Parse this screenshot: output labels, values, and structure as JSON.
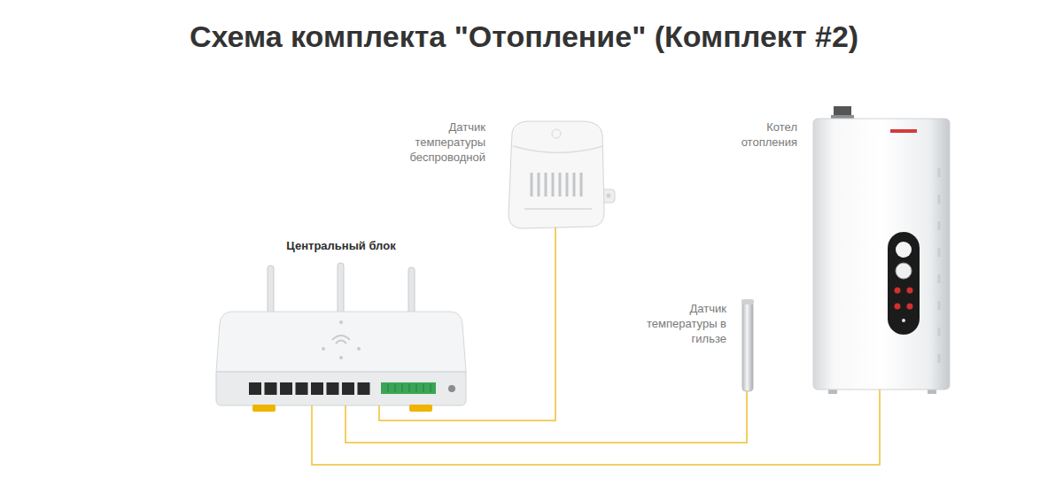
{
  "diagram": {
    "title": "Схема комплекта \"Отопление\" (Комплект #2)",
    "nodes": [
      {
        "text": [
          "Датчик температуры беспроводной"
        ]
      },
      {
        "text": [
          "Котел отопления"
        ]
      },
      {
        "text": [
          "Центральный блок"
        ]
      },
      {
        "text": [
          "Датчик температуры в гильзе"
        ]
      }
    ],
    "edges": [
      {
        "from": 2,
        "to": 0,
        "arrow": "none"
      },
      {
        "from": 2,
        "to": 3,
        "arrow": "none"
      },
      {
        "from": 2,
        "to": 1,
        "arrow": "none"
      }
    ]
  }
}
